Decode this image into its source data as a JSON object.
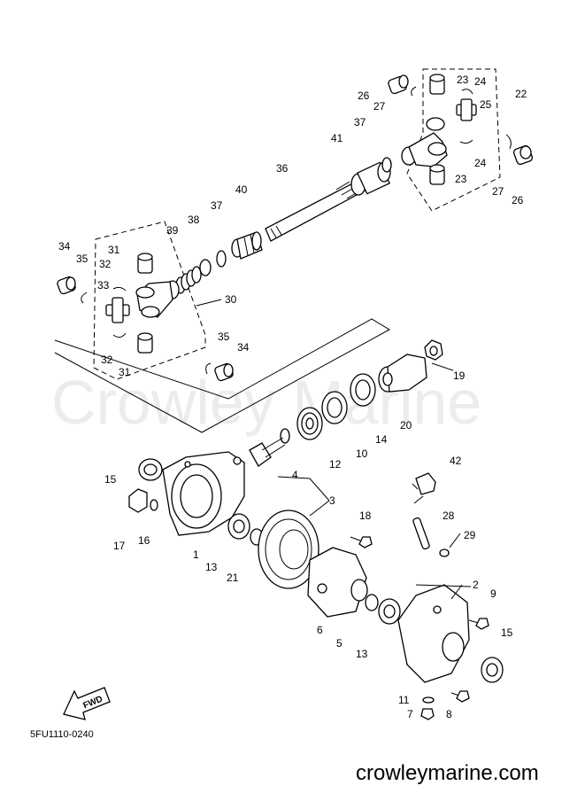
{
  "watermark": "Crowley Marine",
  "footer": "crowleymarine.com",
  "diagram_code": "5FU1110-0240",
  "fwd_label": "FWD",
  "callouts": [
    "1",
    "2",
    "3",
    "4",
    "5",
    "6",
    "7",
    "8",
    "9",
    "10",
    "11",
    "12",
    "13",
    "13",
    "14",
    "15",
    "15",
    "16",
    "17",
    "18",
    "19",
    "20",
    "21",
    "22",
    "23",
    "23",
    "24",
    "24",
    "25",
    "26",
    "26",
    "27",
    "27",
    "28",
    "29",
    "30",
    "31",
    "31",
    "32",
    "32",
    "33",
    "34",
    "34",
    "35",
    "35",
    "36",
    "37",
    "37",
    "38",
    "39",
    "40",
    "41",
    "42"
  ]
}
